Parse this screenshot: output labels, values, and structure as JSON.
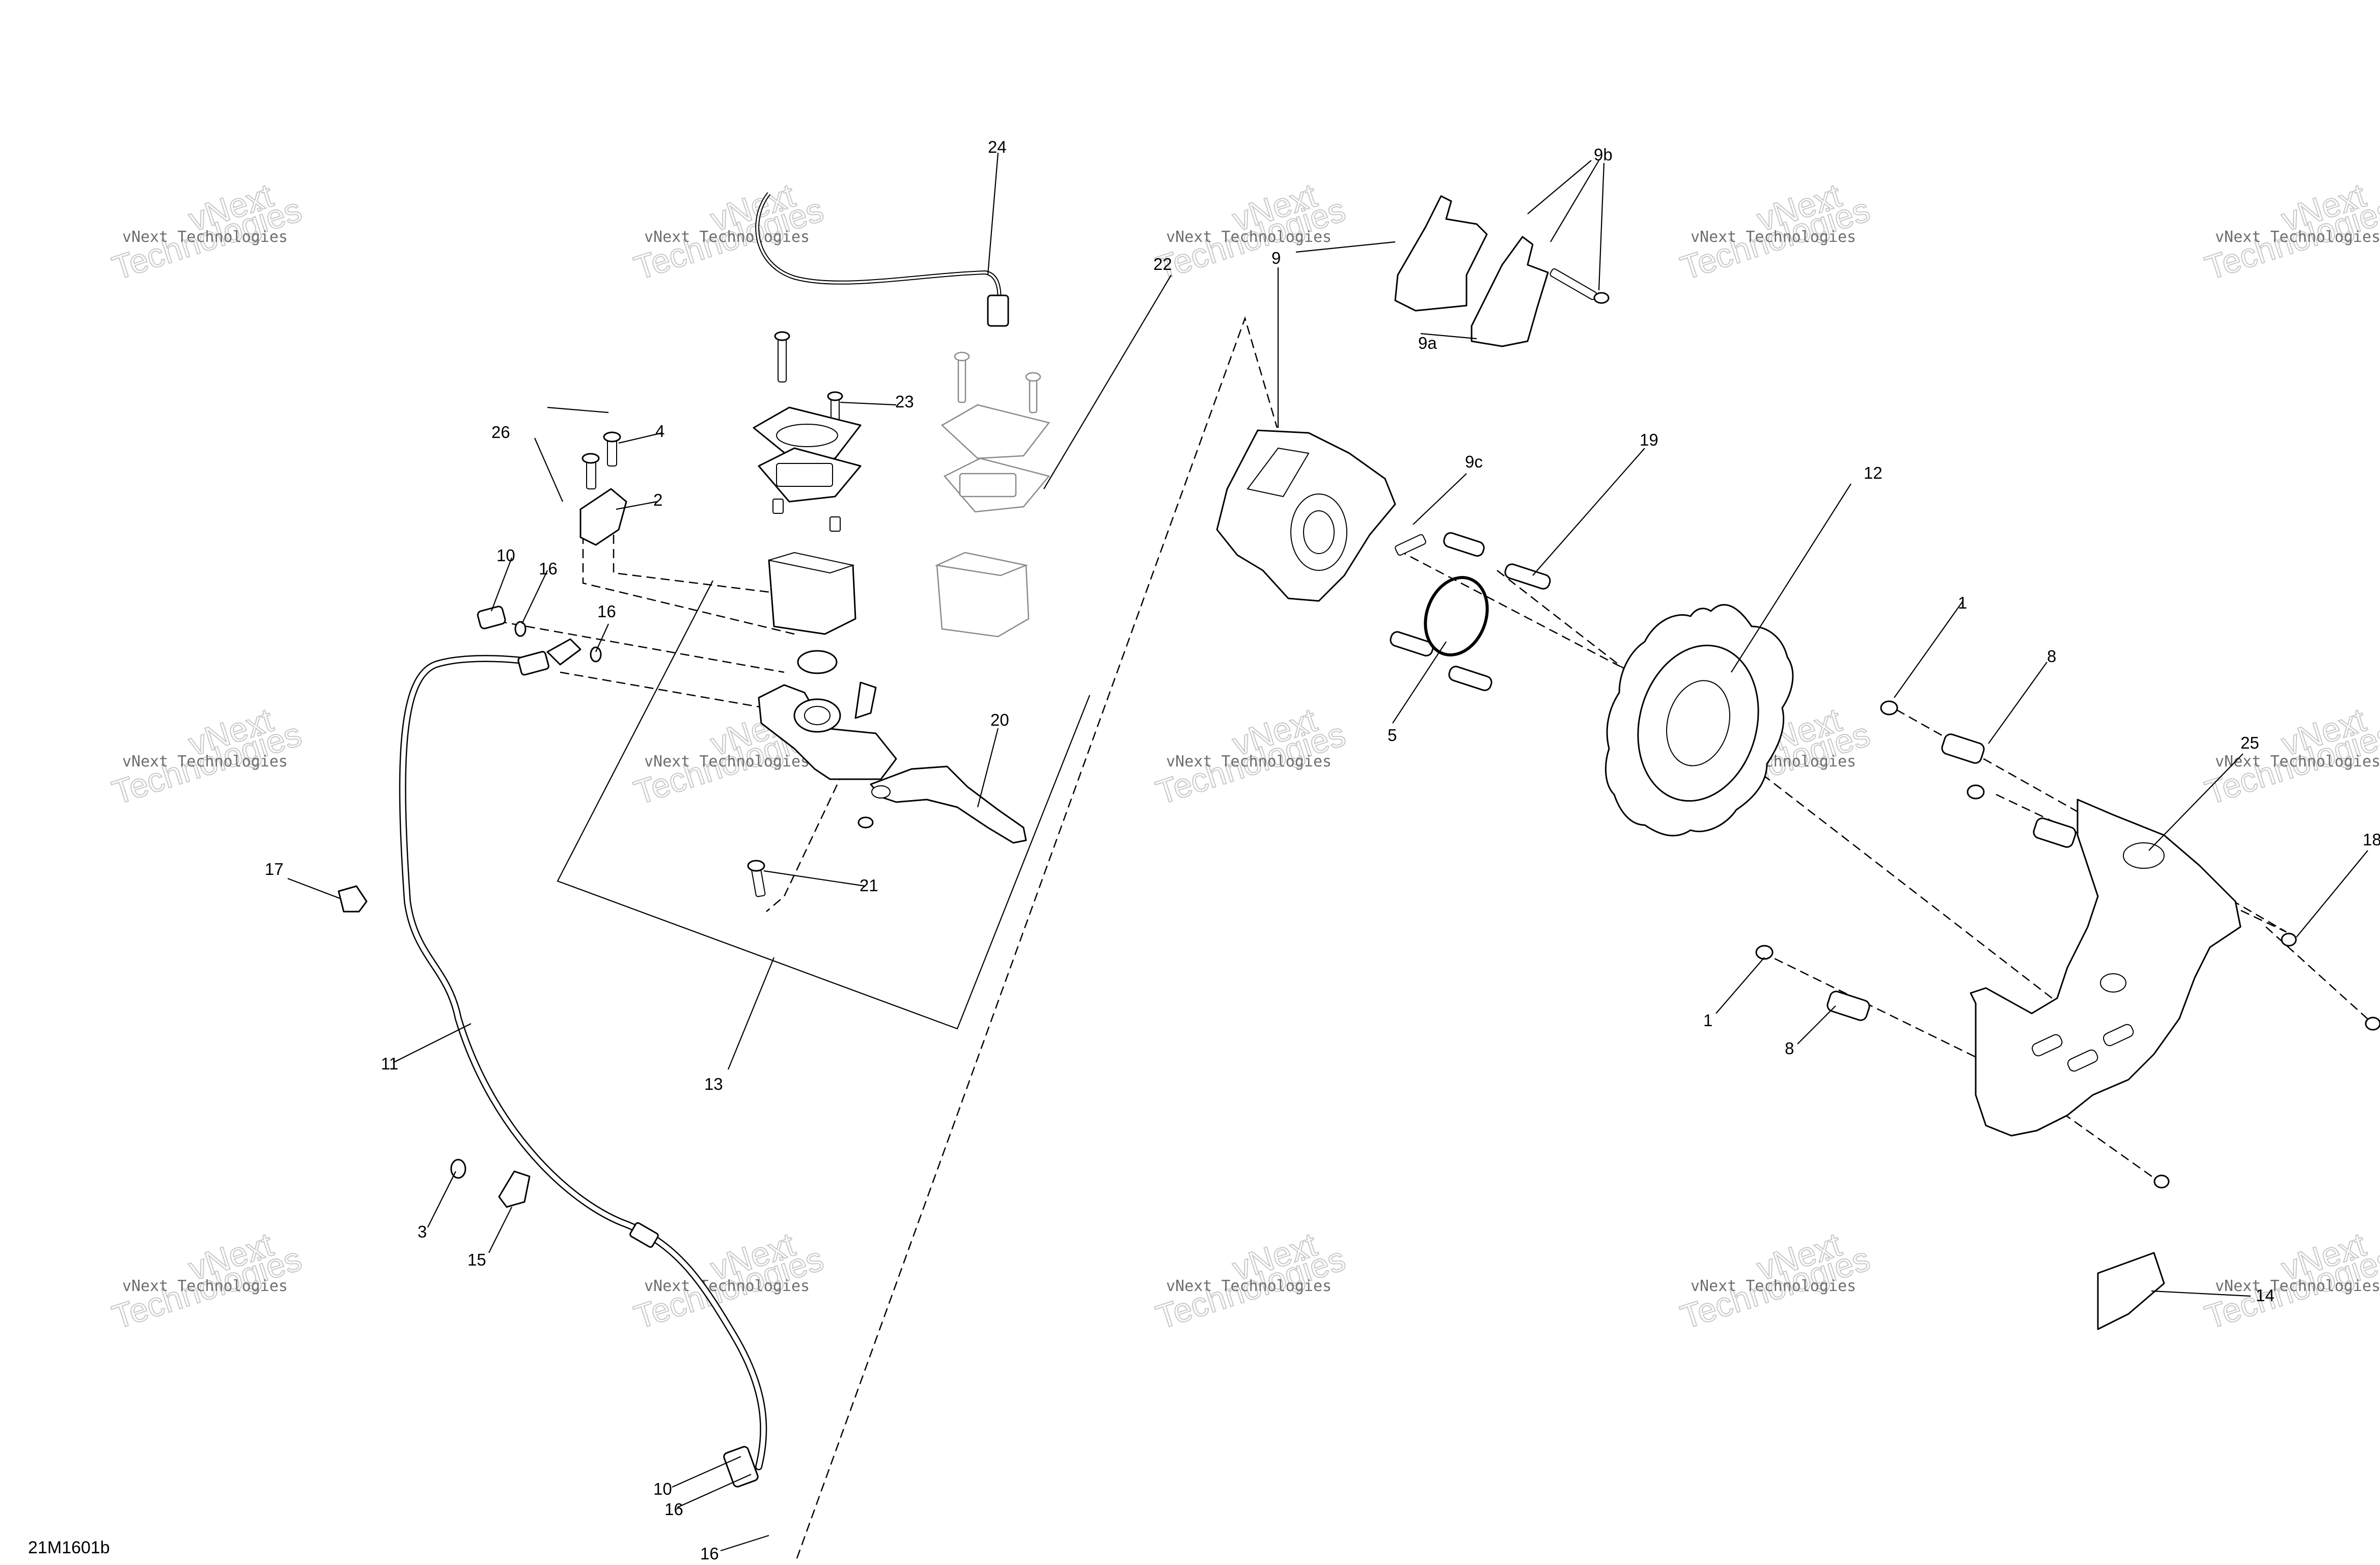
{
  "diagram_code": "21M1601b",
  "watermark": {
    "line1": "vNext",
    "line2": "vNext Technologies",
    "line3": "Technologies"
  },
  "callouts": {
    "c1a": "1",
    "c1b": "1",
    "c2": "2",
    "c3": "3",
    "c4": "4",
    "c5": "5",
    "c8a": "8",
    "c8b": "8",
    "c9": "9",
    "c9a": "9a",
    "c9b": "9b",
    "c9c": "9c",
    "c10a": "10",
    "c10b": "10",
    "c11": "11",
    "c12": "12",
    "c13": "13",
    "c14": "14",
    "c15": "15",
    "c16a": "16",
    "c16b": "16",
    "c16c": "16",
    "c16d": "16",
    "c17": "17",
    "c18": "18",
    "c19": "19",
    "c20": "20",
    "c21": "21",
    "c22": "22",
    "c23": "23",
    "c24": "24",
    "c25": "25",
    "c26": "26"
  }
}
